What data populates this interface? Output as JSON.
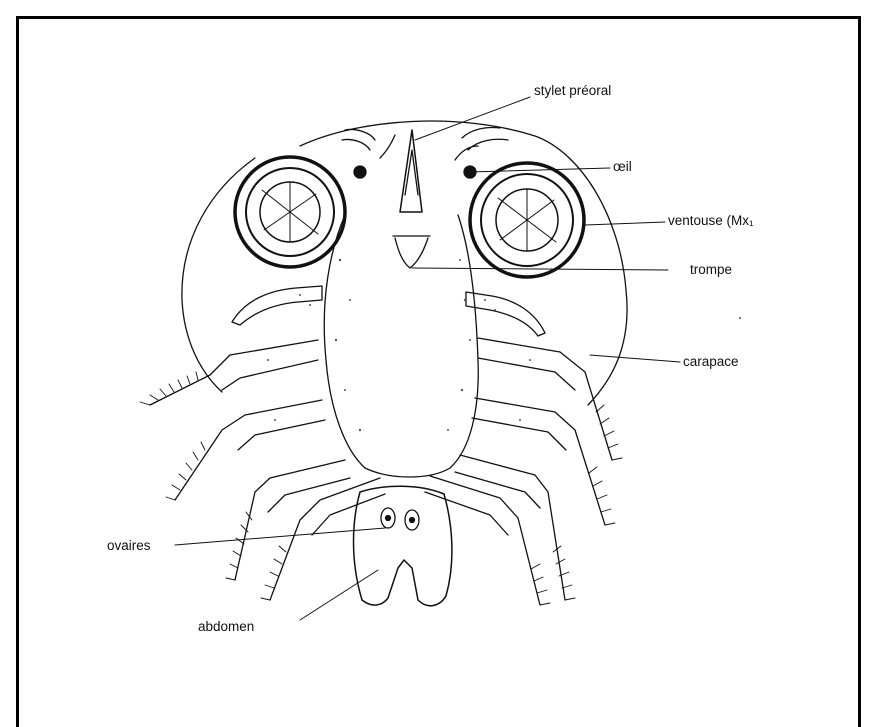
{
  "labels": {
    "stylet": "stylet préoral",
    "oeil": "œil",
    "ventouse": "ventouse (Mx₁",
    "trompe": "trompe",
    "carapace": "carapace",
    "ovaires": "ovaires",
    "abdomen": "abdomen"
  },
  "colors": {
    "ink": "#111111",
    "stipple": "#555555",
    "paper": "#ffffff"
  }
}
